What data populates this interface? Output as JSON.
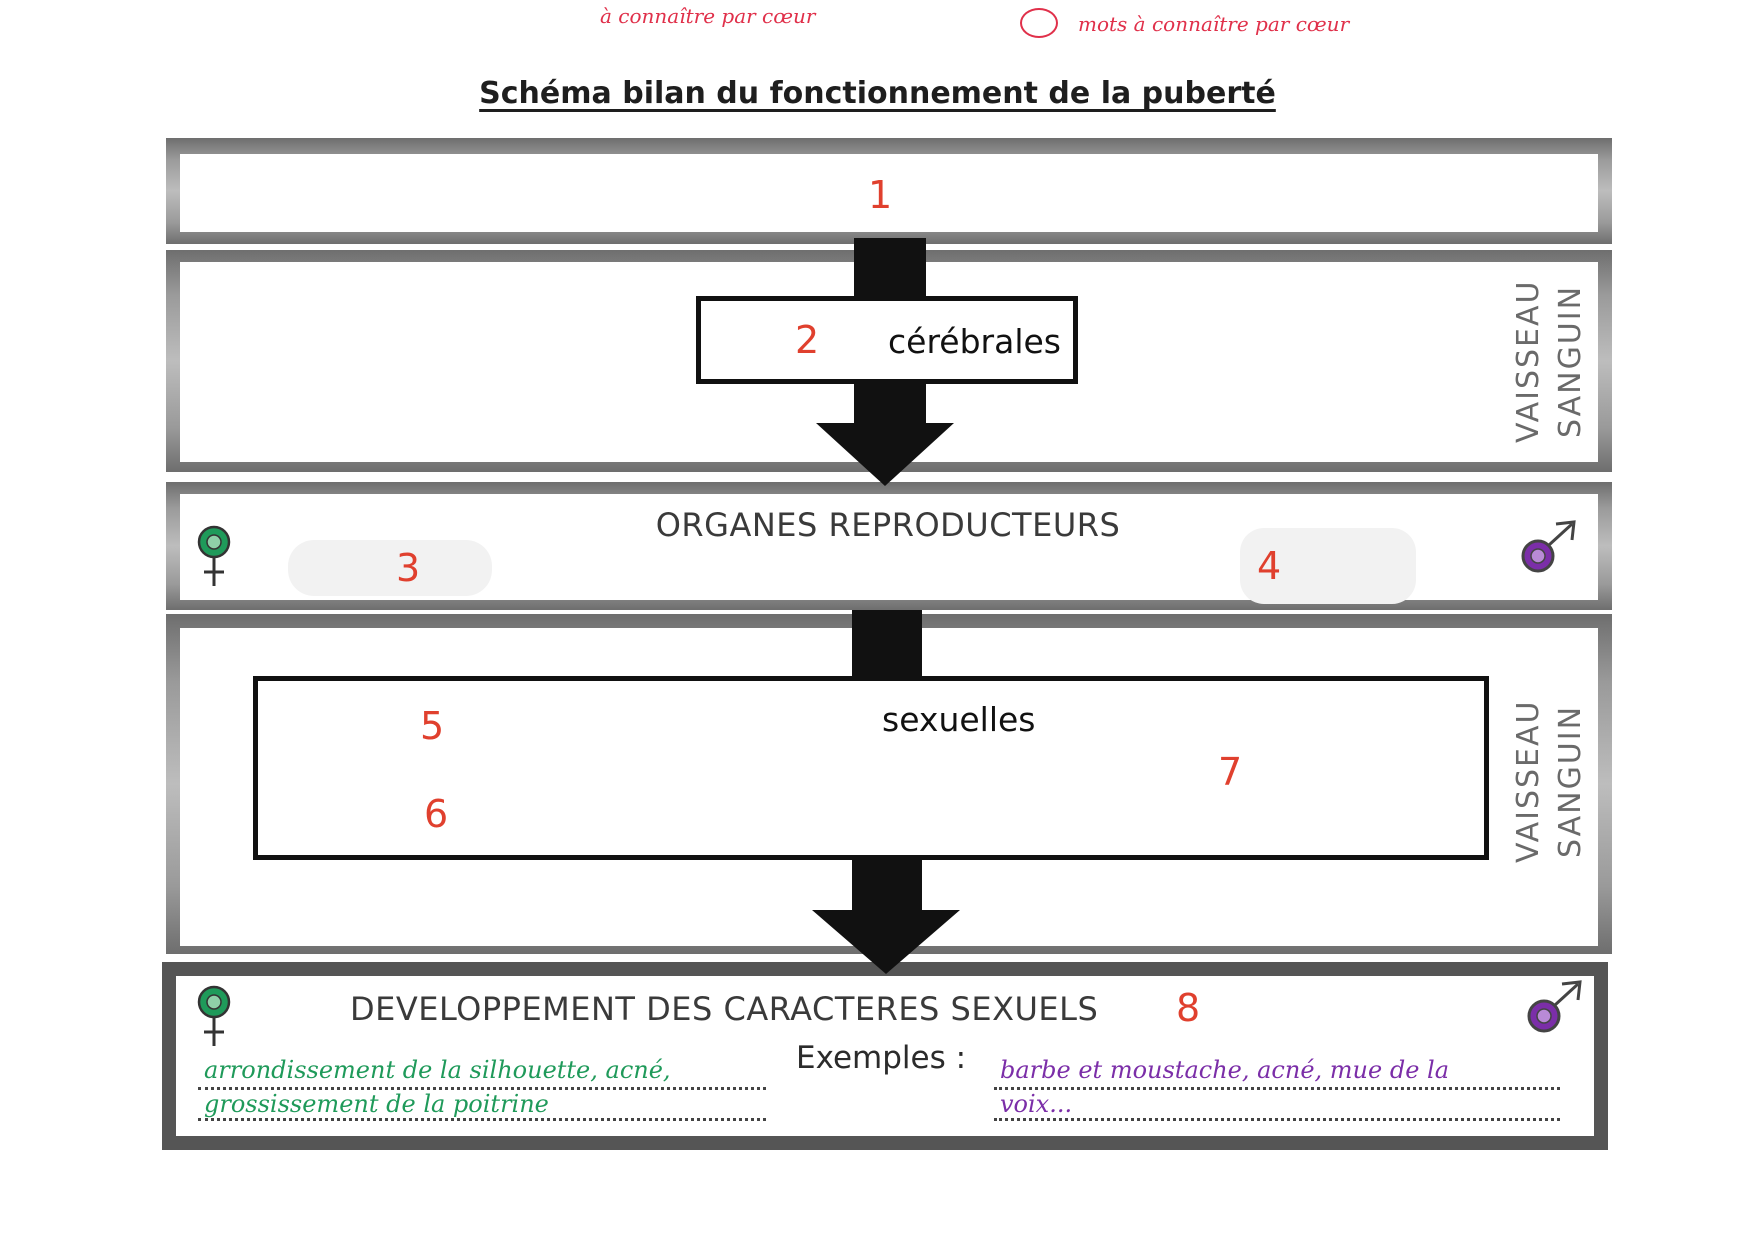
{
  "notes": {
    "left": "à connaître par cœur",
    "right": "mots à connaître par cœur"
  },
  "title": "Schéma bilan du fonctionnement de la puberté",
  "numbers": [
    "1",
    "2",
    "3",
    "4",
    "5",
    "6",
    "7",
    "8"
  ],
  "glands": {
    "label": "cérébrales"
  },
  "organs": {
    "label": "ORGANES REPRODUCTEURS"
  },
  "hormones": {
    "label": "sexuelles"
  },
  "vessel": {
    "line1": "VAISSEAU",
    "line2": "SANGUIN"
  },
  "characters": {
    "label": "DEVELOPPEMENT DES CARACTERES SEXUELS",
    "examples_label": "Exemples :",
    "female_line1": "arrondissement de la silhouette, acné,",
    "female_line2": "grossissement de la poitrine",
    "male_line1": "barbe et moustache, acné, mue de la",
    "male_line2": "voix..."
  },
  "colors": {
    "female": "#1f9a5a",
    "male": "#7b2ea8",
    "annotation": "#e0402e",
    "note": "#e0304a"
  },
  "icons": [
    "female-symbol-icon",
    "male-symbol-icon",
    "down-arrow-icon"
  ]
}
